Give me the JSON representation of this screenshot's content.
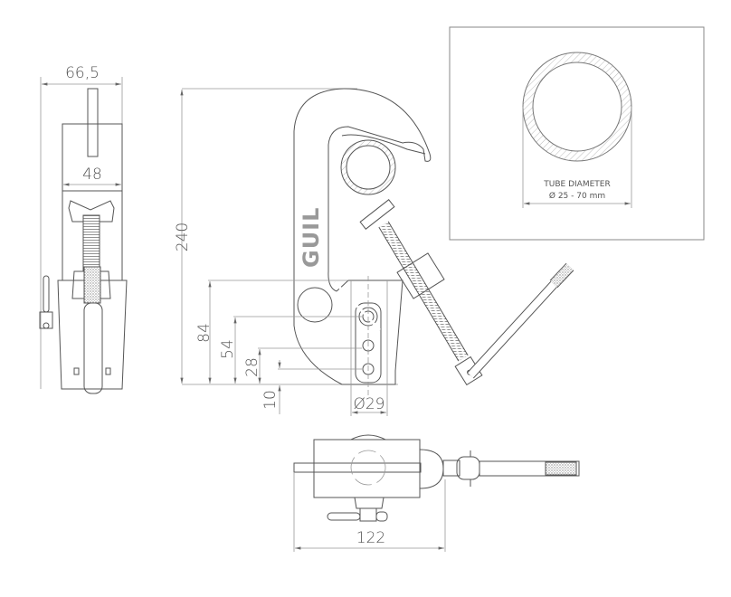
{
  "drawing": {
    "logo": "GUIL",
    "front_view": {
      "width_label": "66,5",
      "inner_width_label": "48"
    },
    "side_view": {
      "height_label": "240",
      "dim_84": "84",
      "dim_54": "54",
      "dim_28": "28",
      "dim_10": "10",
      "hole_diameter": "Ø29"
    },
    "tube_detail": {
      "title": "TUBE DIAMETER",
      "range": "Ø 25 - 70 mm"
    },
    "top_view": {
      "length_label": "122"
    }
  }
}
